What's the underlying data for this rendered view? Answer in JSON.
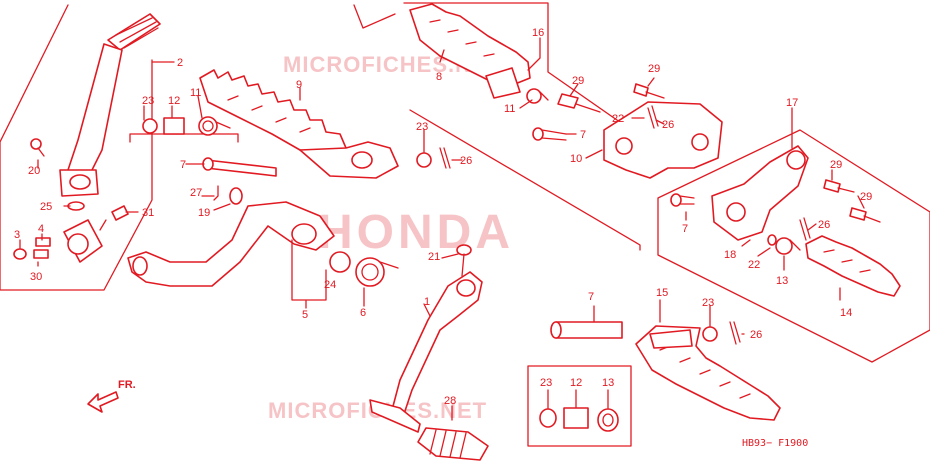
{
  "colors": {
    "line": "#e11a22",
    "watermark": "#f6c4c6",
    "background": "#ffffff"
  },
  "watermarks": {
    "top": "MICROFICHES.NET",
    "center": "HONDA",
    "bottom": "MICROFICHES.NET"
  },
  "direction_marker": "FR.",
  "diagram_code": "HB93− F1900",
  "part_labels": [
    {
      "id": "p1",
      "text": "1"
    },
    {
      "id": "p2",
      "text": "2"
    },
    {
      "id": "p3",
      "text": "3"
    },
    {
      "id": "p4",
      "text": "4"
    },
    {
      "id": "p5",
      "text": "5"
    },
    {
      "id": "p6",
      "text": "6"
    },
    {
      "id": "p7a",
      "text": "7"
    },
    {
      "id": "p7b",
      "text": "7"
    },
    {
      "id": "p7c",
      "text": "7"
    },
    {
      "id": "p7d",
      "text": "7"
    },
    {
      "id": "p8",
      "text": "8"
    },
    {
      "id": "p9",
      "text": "9"
    },
    {
      "id": "p10",
      "text": "10"
    },
    {
      "id": "p11a",
      "text": "11"
    },
    {
      "id": "p11b",
      "text": "11"
    },
    {
      "id": "p12a",
      "text": "12"
    },
    {
      "id": "p12b",
      "text": "12"
    },
    {
      "id": "p13a",
      "text": "13"
    },
    {
      "id": "p13b",
      "text": "13"
    },
    {
      "id": "p14",
      "text": "14"
    },
    {
      "id": "p15",
      "text": "15"
    },
    {
      "id": "p16",
      "text": "16"
    },
    {
      "id": "p17",
      "text": "17"
    },
    {
      "id": "p18",
      "text": "18"
    },
    {
      "id": "p19",
      "text": "19"
    },
    {
      "id": "p20",
      "text": "20"
    },
    {
      "id": "p21",
      "text": "21"
    },
    {
      "id": "p22a",
      "text": "22"
    },
    {
      "id": "p22b",
      "text": "22"
    },
    {
      "id": "p23a",
      "text": "23"
    },
    {
      "id": "p23b",
      "text": "23"
    },
    {
      "id": "p23c",
      "text": "23"
    },
    {
      "id": "p23d",
      "text": "23"
    },
    {
      "id": "p24",
      "text": "24"
    },
    {
      "id": "p25",
      "text": "25"
    },
    {
      "id": "p26a",
      "text": "26"
    },
    {
      "id": "p26b",
      "text": "26"
    },
    {
      "id": "p26c",
      "text": "26"
    },
    {
      "id": "p26d",
      "text": "26"
    },
    {
      "id": "p27",
      "text": "27"
    },
    {
      "id": "p28",
      "text": "28"
    },
    {
      "id": "p29a",
      "text": "29"
    },
    {
      "id": "p29b",
      "text": "29"
    },
    {
      "id": "p29c",
      "text": "29"
    },
    {
      "id": "p29d",
      "text": "29"
    },
    {
      "id": "p30",
      "text": "30"
    },
    {
      "id": "p31",
      "text": "31"
    }
  ]
}
